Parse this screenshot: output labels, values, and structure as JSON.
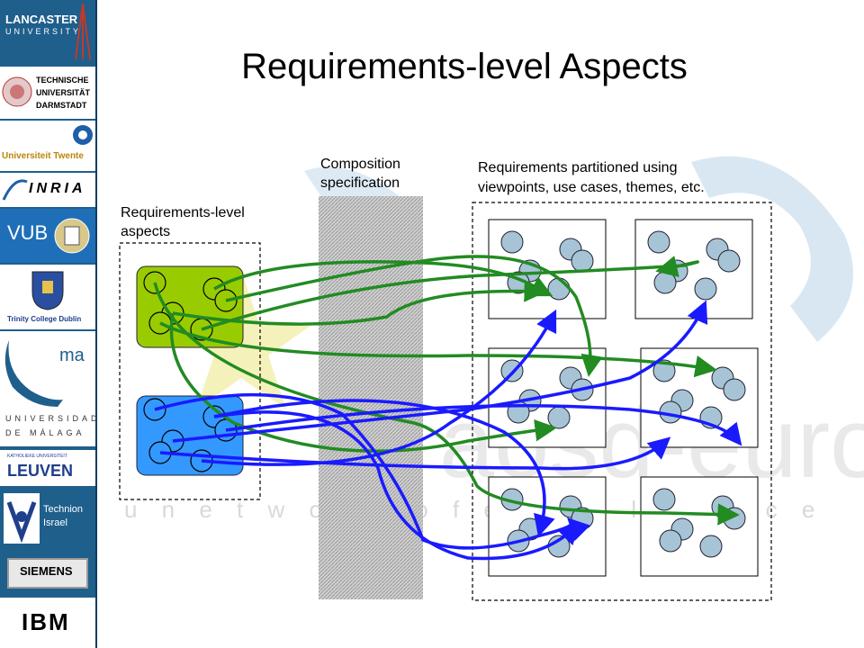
{
  "slide": {
    "title": "Requirements-level Aspects",
    "labels": {
      "aspects_line1": "Requirements-level",
      "aspects_line2": "aspects",
      "composition_line1": "Composition",
      "composition_line2": "specification",
      "partitioned_line1": "Requirements partitioned using",
      "partitioned_line2": "viewpoints, use cases, themes, etc."
    },
    "background_watermark": {
      "word": "aosd-europe",
      "tagline": "u n e t w o r k  o f  e x c e l l e n c e"
    }
  },
  "sidebar": {
    "logos": [
      {
        "name": "LANCASTER",
        "sub": "UNIVERSITY"
      },
      {
        "name": "TECHNISCHE",
        "sub2": "UNIVERSITÄT",
        "sub3": "DARMSTADT"
      },
      {
        "name": "Universiteit Twente"
      },
      {
        "name": "INRIA"
      },
      {
        "name": "VUB"
      },
      {
        "name": "Trinity College Dublin"
      },
      {
        "name": "ma",
        "sub": "UNIVERSIDAD",
        "sub2": "DE MÁLAGA"
      },
      {
        "name": "KATHOLIEKE UNIVERSITEIT",
        "sub": "LEUVEN"
      },
      {
        "name": "Technion",
        "sub": "Israel"
      },
      {
        "name": "SIEMENS"
      },
      {
        "name": "IBM"
      }
    ]
  },
  "colors": {
    "sidebar_bg": "#1f5f8c",
    "green_aspect": "#99cc00",
    "blue_aspect": "#3399ff",
    "green_arrow": "#228b22",
    "blue_arrow": "#1a1aff",
    "bubble_fill": "#a7c4d6",
    "composition_fill": "#c8c8c8"
  }
}
